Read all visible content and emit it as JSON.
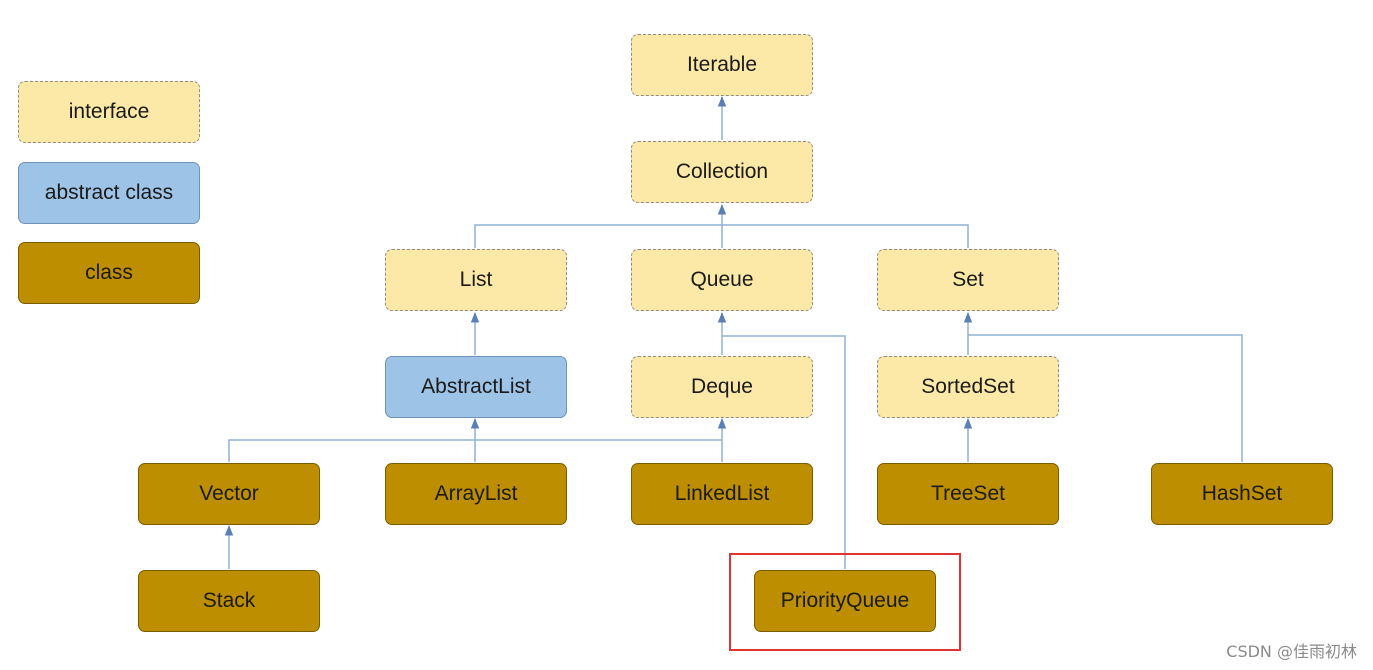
{
  "legend": {
    "interface": "interface",
    "abstract_class": "abstract class",
    "class": "class"
  },
  "nodes": {
    "iterable": "Iterable",
    "collection": "Collection",
    "list": "List",
    "queue": "Queue",
    "set": "Set",
    "abstract_list": "AbstractList",
    "deque": "Deque",
    "sorted_set": "SortedSet",
    "vector": "Vector",
    "array_list": "ArrayList",
    "linked_list": "LinkedList",
    "tree_set": "TreeSet",
    "hash_set": "HashSet",
    "stack": "Stack",
    "priority_queue": "PriorityQueue"
  },
  "colors": {
    "interface_fill": "#fde9a7",
    "abstract_fill": "#9dc3e6",
    "class_fill": "#bd8e00",
    "edge": "#8fb0d6",
    "highlight": "#e03434"
  },
  "watermark": "CSDN @佳雨初林"
}
